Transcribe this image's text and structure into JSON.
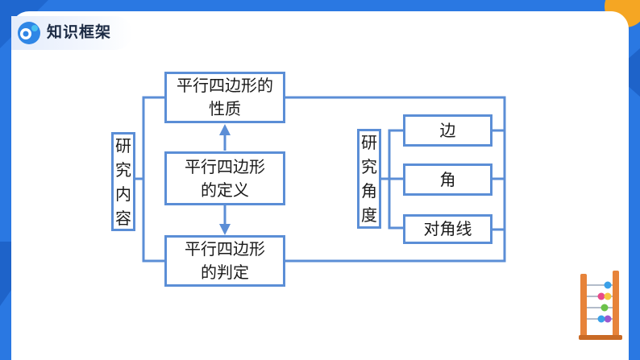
{
  "header": {
    "title": "知识框架",
    "logo_icon": "blue-swirl-logo-icon"
  },
  "diagram": {
    "left_label": [
      "研",
      "究",
      "内",
      "容"
    ],
    "boxes": {
      "properties": [
        "平行四边形的",
        "性质"
      ],
      "definition": [
        "平行四边形",
        "的定义"
      ],
      "determination": [
        "平行四边形",
        "的判定"
      ]
    },
    "right_label": [
      "研",
      "究",
      "角",
      "度"
    ],
    "aspects": {
      "side": "边",
      "angle": "角",
      "diagonal": "对角线"
    },
    "line_color": "#5b8ed6"
  },
  "colors": {
    "background": "#2a78e2",
    "accent_orange": "#f5a623",
    "card": "#ffffff"
  },
  "decoration": {
    "corner_icon": "abacus-icon"
  }
}
